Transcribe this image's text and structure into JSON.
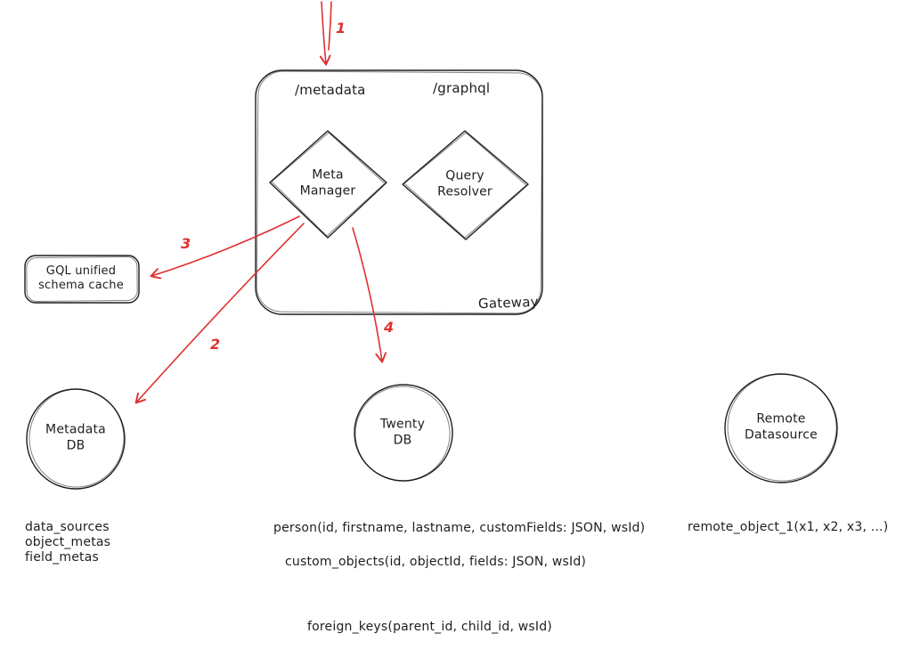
{
  "colors": {
    "ink": "#1e1e1e",
    "accent": "#e03131"
  },
  "gateway": {
    "title": "Gateway",
    "route_left": "/metadata",
    "route_right": "/graphql",
    "meta_manager": "Meta\nManager",
    "query_resolver": "Query\nResolver"
  },
  "cache": {
    "label": "GQL unified\nschema cache"
  },
  "stores": {
    "metadata_db": "Metadata\nDB",
    "twenty_db": "Twenty\nDB",
    "remote_datasource": "Remote\nDatasource"
  },
  "flow_labels": {
    "step1": "1",
    "step2": "2",
    "step3": "3",
    "step4": "4"
  },
  "schemas": {
    "metadata_db": [
      "data_sources",
      "object_metas",
      "field_metas"
    ],
    "twenty_db": [
      "person(id, firstname, lastname, customFields: JSON, wsId)",
      "custom_objects(id, objectId, fields: JSON, wsId)",
      "foreign_keys(parent_id, child_id, wsId)"
    ],
    "remote_datasource": [
      "remote_object_1(x1, x2, x3, ...)"
    ]
  }
}
